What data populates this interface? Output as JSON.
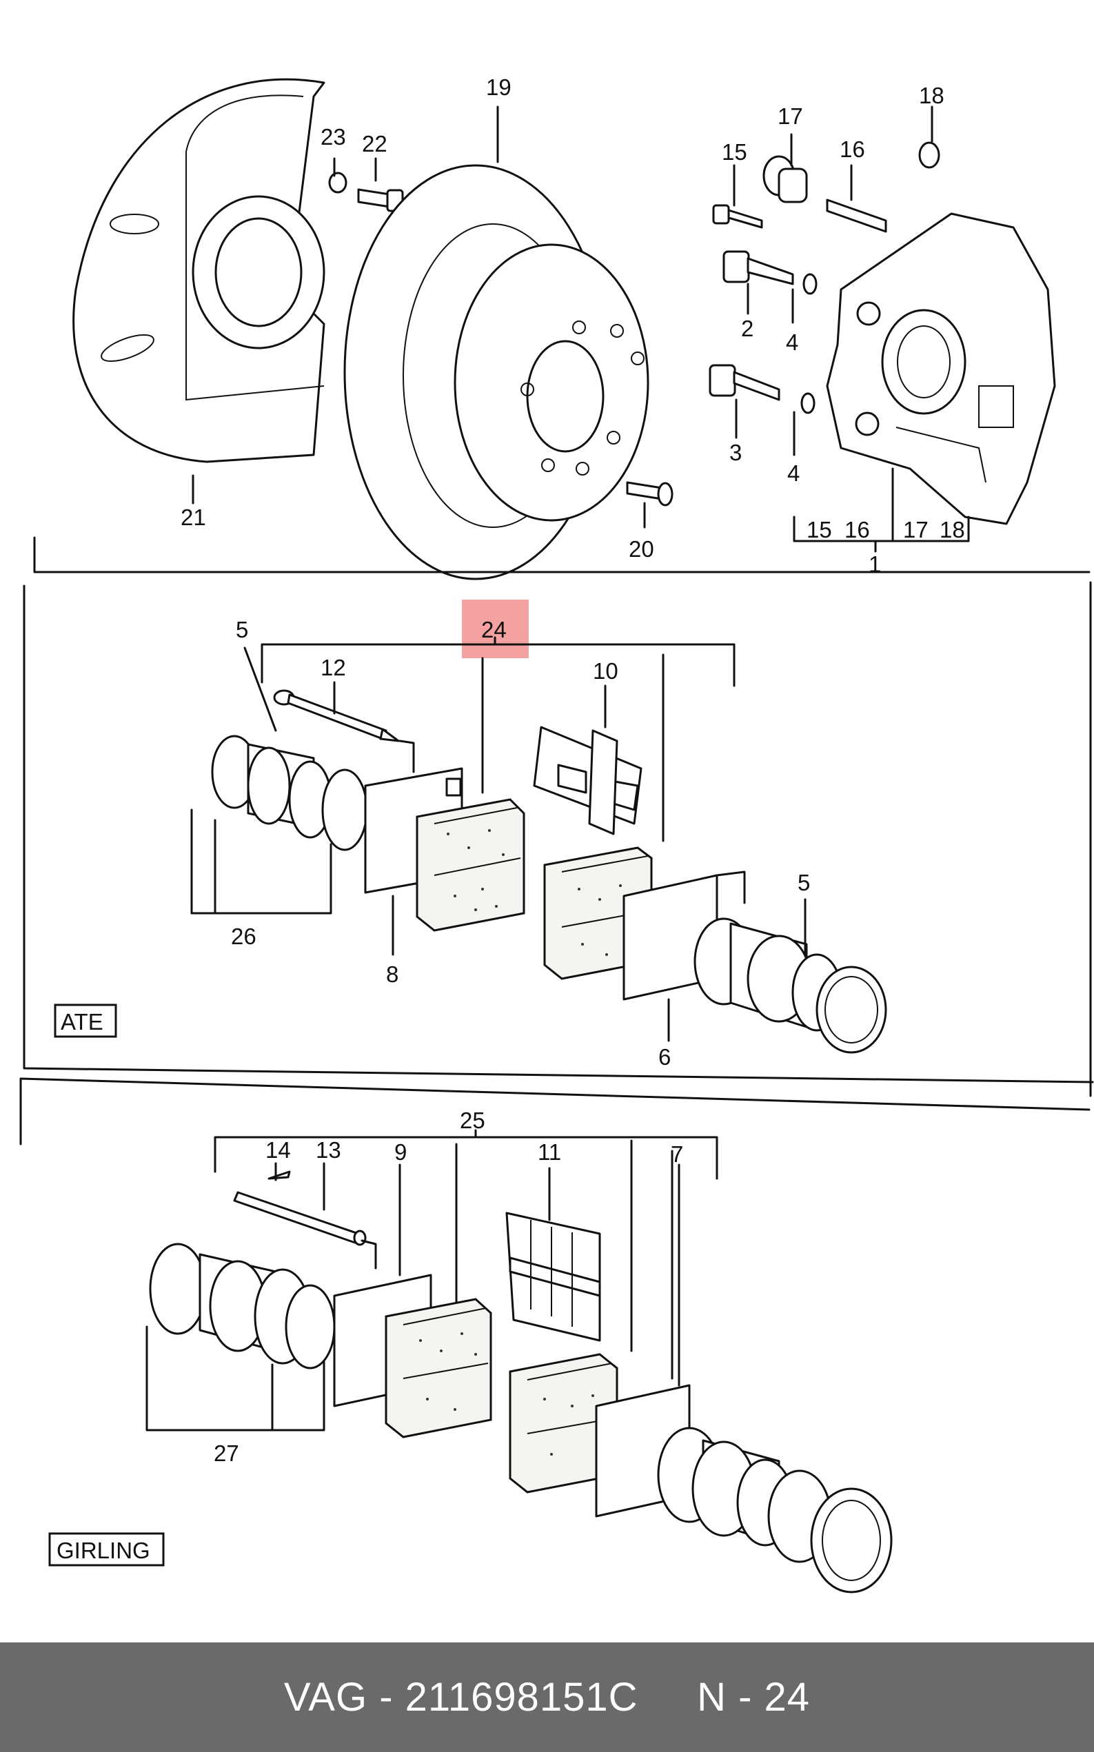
{
  "diagram": {
    "callouts": {
      "n1": "1",
      "n2": "2",
      "n3": "3",
      "n4a": "4",
      "n4b": "4",
      "n5a": "5",
      "n5b": "5",
      "n6": "6",
      "n7": "7",
      "n8": "8",
      "n9": "9",
      "n10": "10",
      "n11": "11",
      "n12": "12",
      "n13": "13",
      "n14": "14",
      "n15": "15",
      "n16": "16",
      "n17": "17",
      "n18": "18",
      "n19": "19",
      "n20": "20",
      "n21": "21",
      "n22": "22",
      "n23": "23",
      "n24": "24",
      "n25": "25",
      "n26": "26",
      "n27": "27",
      "g15": "15",
      "g16": "16",
      "g17": "17",
      "g18": "18"
    },
    "section_labels": {
      "ate": "ATE",
      "girling": "GIRLING"
    },
    "highlight_color": "#f08a8a"
  },
  "footer": {
    "brand": "VAG",
    "part_number": "211698151C",
    "reference": "N - 24",
    "background_color": "#6a6a6a"
  }
}
